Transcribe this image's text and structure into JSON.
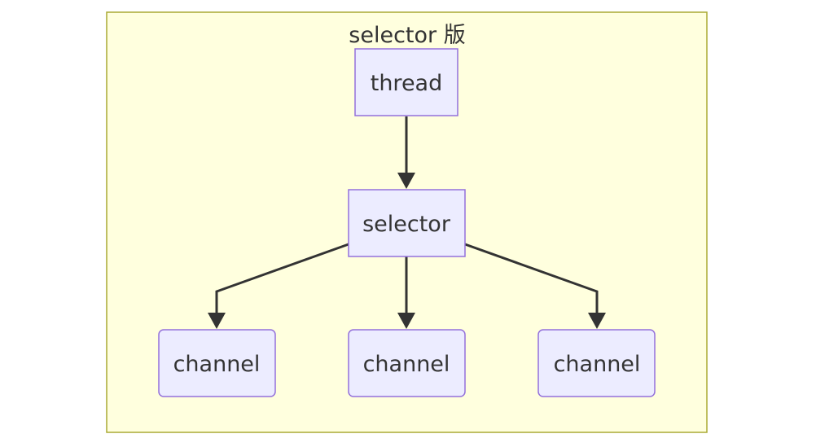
{
  "diagram": {
    "type": "flowchart",
    "cluster": {
      "label": "selector 版"
    },
    "nodes": {
      "thread": {
        "label": "thread"
      },
      "selector": {
        "label": "selector"
      },
      "channel_1": {
        "label": "channel"
      },
      "channel_2": {
        "label": "channel"
      },
      "channel_3": {
        "label": "channel"
      }
    },
    "edges": [
      {
        "from": "thread",
        "to": "selector"
      },
      {
        "from": "selector",
        "to": "channel_1"
      },
      {
        "from": "selector",
        "to": "channel_2"
      },
      {
        "from": "selector",
        "to": "channel_3"
      }
    ]
  }
}
